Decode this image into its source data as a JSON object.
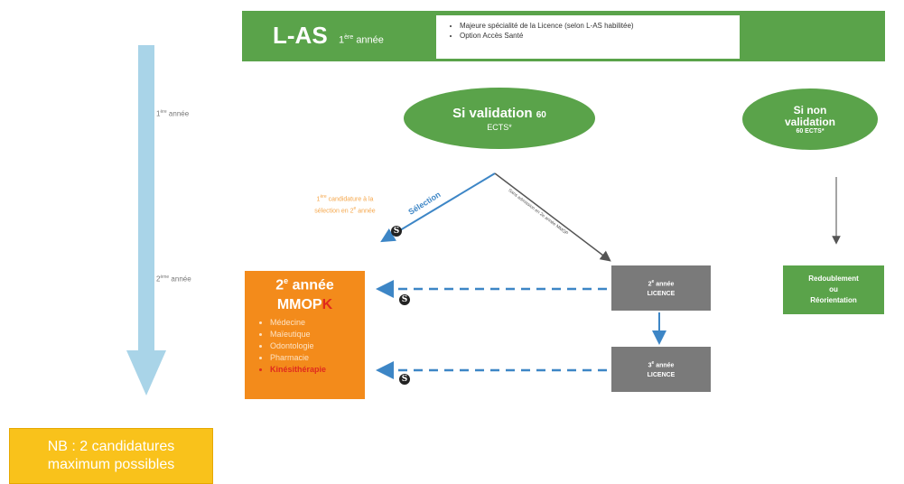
{
  "header": {
    "title": "L-AS",
    "year_number": "1",
    "year_sup": "ère",
    "year_word": "année",
    "bullets": [
      "Majeure spécialité de la Licence (selon L-AS habilitée)",
      "Option Accès Santé"
    ]
  },
  "timeline": {
    "year1_number": "1",
    "year1_sup": "ère",
    "year1_word": "année",
    "year2_number": "2",
    "year2_sup": "ème",
    "year2_word": "année"
  },
  "validation": {
    "title": "Si validation",
    "credits": "60",
    "unit": "ECTS*"
  },
  "non_validation": {
    "line1": "Si non",
    "line2": "validation",
    "line3": "60 ECTS*"
  },
  "arrows": {
    "selection_label": "Sélection",
    "admission_label": "Sans admission en 2e année MMOP",
    "candidature_line1_number": "1",
    "candidature_line1_sup": "ère",
    "candidature_line1_rest": "candidature à la",
    "candidature_line2_pre": "sélection en 2",
    "candidature_line2_sup": "e",
    "candidature_line2_rest": "année",
    "s_icon": "S"
  },
  "mmopk": {
    "title_number": "2",
    "title_sup": "e",
    "title_word": "année",
    "acronym_main": "MMOP",
    "acronym_last": "K",
    "items": [
      "Médecine",
      "Maïeutique",
      "Odontologie",
      "Pharmacie"
    ],
    "highlight_item": "Kinésithérapie"
  },
  "licence_boxes": {
    "box1_number": "2",
    "box1_sup": "e",
    "box1_word": "année",
    "box1_label": "LICENCE",
    "box2_number": "3",
    "box2_sup": "e",
    "box2_word": "année",
    "box2_label": "LICENCE"
  },
  "redoublement": {
    "line1": "Redoublement",
    "line2": "ou",
    "line3": "Réorientation"
  },
  "nb": {
    "line1": "NB : 2 candidatures",
    "line2": "maximum possibles"
  },
  "colors": {
    "green": "#5aa34a",
    "orange": "#f38b1b",
    "gray": "#7a7a7a",
    "blue": "#3d86c6",
    "light_blue": "#a9d4e8",
    "yellow": "#f9c21b",
    "red": "#e02a1e"
  }
}
